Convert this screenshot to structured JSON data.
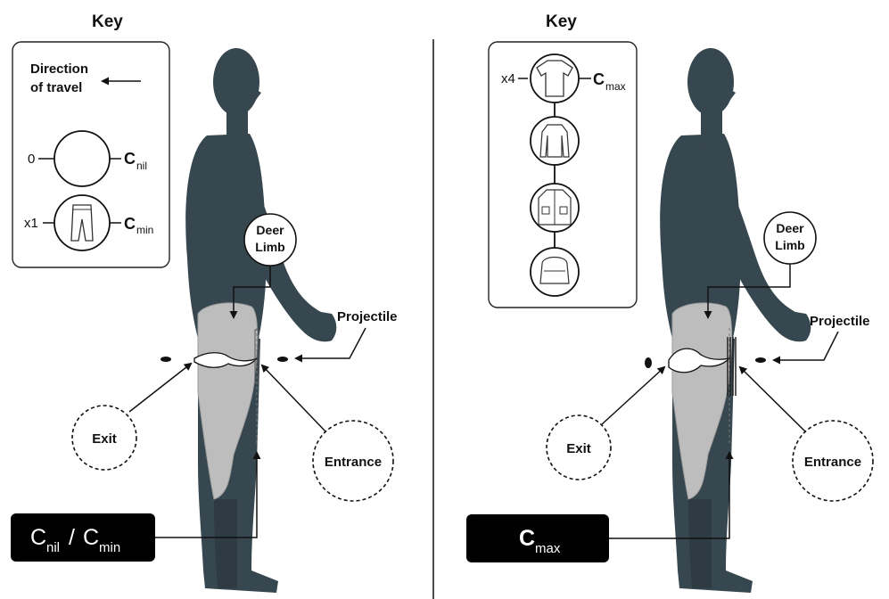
{
  "left": {
    "key_title": "Key",
    "direction_line1": "Direction",
    "direction_line2": "of travel",
    "cnil_count": "0",
    "cnil_label": "C",
    "cnil_sub": "nil",
    "cmin_count": "x1",
    "cmin_label": "C",
    "cmin_sub": "min",
    "deer_line1": "Deer",
    "deer_line2": "Limb",
    "projectile": "Projectile",
    "exit": "Exit",
    "entrance": "Entrance",
    "condition_a": "C",
    "condition_a_sub": "nil",
    "condition_sep": "/",
    "condition_b": "C",
    "condition_b_sub": "min"
  },
  "right": {
    "key_title": "Key",
    "cmax_count": "x4",
    "cmax_label": "C",
    "cmax_sub": "max",
    "deer_line1": "Deer",
    "deer_line2": "Limb",
    "projectile": "Projectile",
    "exit": "Exit",
    "entrance": "Entrance",
    "condition": "C",
    "condition_sub": "max"
  },
  "icons": [
    "tshirt-icon",
    "pants-icon",
    "jacket-icon",
    "coat-icon",
    "backpack-icon"
  ],
  "colors": {
    "figure": "#37474f",
    "limb": "#bdbdbd",
    "label_box": "#000000"
  }
}
